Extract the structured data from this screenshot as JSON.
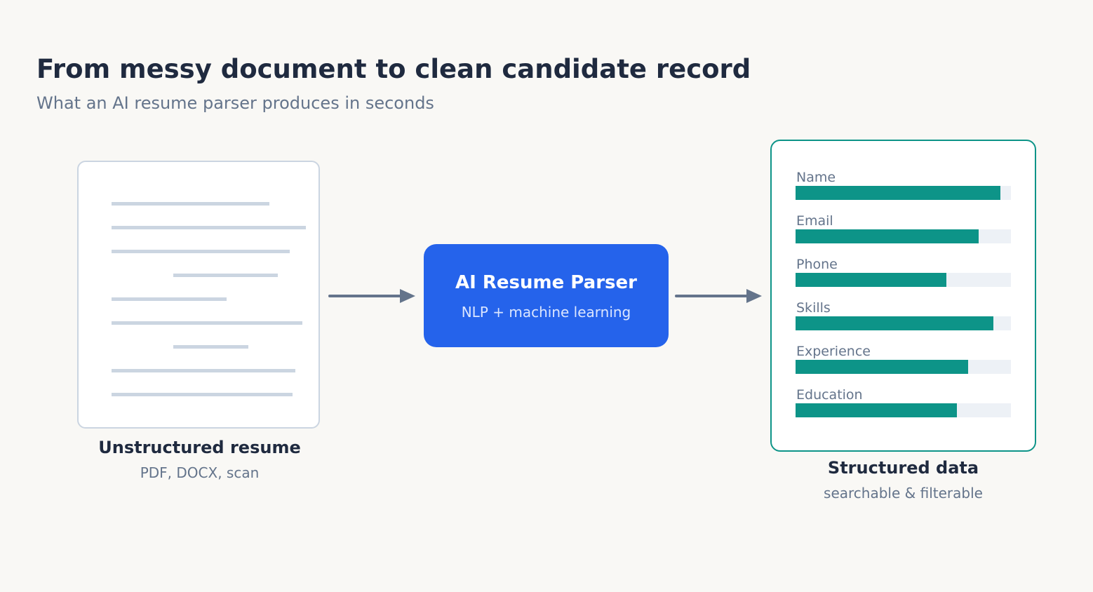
{
  "header": {
    "title": "From messy document to clean candidate record",
    "subtitle": "What an AI resume parser produces in seconds"
  },
  "input": {
    "label": "Unstructured resume",
    "formats": "PDF, DOCX, scan"
  },
  "process": {
    "title": "AI Resume Parser",
    "subtitle": "NLP + machine learning"
  },
  "output": {
    "label": "Structured data",
    "description": "searchable & filterable",
    "fields": [
      {
        "label": "Name",
        "fill": 0.95
      },
      {
        "label": "Email",
        "fill": 0.85
      },
      {
        "label": "Phone",
        "fill": 0.7
      },
      {
        "label": "Skills",
        "fill": 0.92
      },
      {
        "label": "Experience",
        "fill": 0.8
      },
      {
        "label": "Education",
        "fill": 0.75
      }
    ]
  },
  "colors": {
    "accent_blue": "#2563eb",
    "accent_teal": "#0d9488",
    "title_text": "#1f2a3f",
    "muted_text": "#64748b",
    "arrow": "#64748b",
    "placeholder_lines": "#cbd5e1"
  }
}
